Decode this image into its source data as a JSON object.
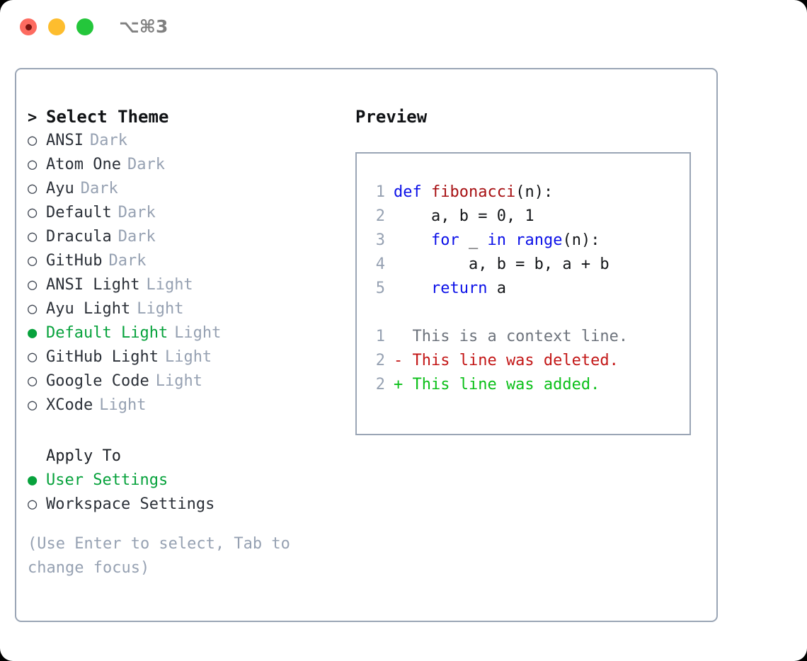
{
  "window": {
    "shortcut_label": "⌥⌘3",
    "traffic_lights": [
      "close",
      "minimize",
      "maximize"
    ]
  },
  "theme_picker": {
    "heading_marker": ">",
    "heading": "Select Theme",
    "marker_unselected": "○",
    "marker_selected": "●",
    "items": [
      {
        "name": "ANSI",
        "kind": "Dark",
        "selected": false
      },
      {
        "name": "Atom One",
        "kind": "Dark",
        "selected": false
      },
      {
        "name": "Ayu",
        "kind": "Dark",
        "selected": false
      },
      {
        "name": "Default",
        "kind": "Dark",
        "selected": false
      },
      {
        "name": "Dracula",
        "kind": "Dark",
        "selected": false
      },
      {
        "name": "GitHub",
        "kind": "Dark",
        "selected": false
      },
      {
        "name": "ANSI Light",
        "kind": "Light",
        "selected": false
      },
      {
        "name": "Ayu Light",
        "kind": "Light",
        "selected": false
      },
      {
        "name": "Default Light",
        "kind": "Light",
        "selected": true
      },
      {
        "name": "GitHub Light",
        "kind": "Light",
        "selected": false
      },
      {
        "name": "Google Code",
        "kind": "Light",
        "selected": false
      },
      {
        "name": "XCode",
        "kind": "Light",
        "selected": false
      }
    ]
  },
  "apply_to": {
    "label": "Apply To",
    "options": [
      {
        "name": "User Settings",
        "selected": true
      },
      {
        "name": "Workspace Settings",
        "selected": false
      }
    ]
  },
  "hint": {
    "text": "(Use Enter to select, Tab to change focus)"
  },
  "preview": {
    "title": "Preview",
    "code_lines": [
      {
        "no": "1",
        "tokens": [
          {
            "t": "def ",
            "c": "kw"
          },
          {
            "t": "fibonacci",
            "c": "fn"
          },
          {
            "t": "(n):",
            "c": "txt"
          }
        ]
      },
      {
        "no": "2",
        "tokens": [
          {
            "t": "    a, b = 0, 1",
            "c": "txt"
          }
        ]
      },
      {
        "no": "3",
        "tokens": [
          {
            "t": "    ",
            "c": "txt"
          },
          {
            "t": "for",
            "c": "kw"
          },
          {
            "t": " _ ",
            "c": "txt"
          },
          {
            "t": "in",
            "c": "kw"
          },
          {
            "t": " ",
            "c": "txt"
          },
          {
            "t": "range",
            "c": "kw"
          },
          {
            "t": "(n):",
            "c": "txt"
          }
        ]
      },
      {
        "no": "4",
        "tokens": [
          {
            "t": "        a, b = b, a + b",
            "c": "txt"
          }
        ]
      },
      {
        "no": "5",
        "tokens": [
          {
            "t": "    ",
            "c": "txt"
          },
          {
            "t": "return",
            "c": "kw"
          },
          {
            "t": " a",
            "c": "txt"
          }
        ]
      }
    ],
    "diff_lines": [
      {
        "no": "1",
        "text": "  This is a context line.",
        "c": "ctx"
      },
      {
        "no": "2",
        "text": "- This line was deleted.",
        "c": "del"
      },
      {
        "no": "2",
        "text": "+ This line was added.",
        "c": "add"
      }
    ]
  },
  "colors": {
    "accent_green": "#07a23c",
    "muted": "#96a1b2",
    "border": "#9aa5b5",
    "keyword": "#0b10e8",
    "function": "#a71013",
    "diff_add": "#0bc019",
    "diff_del": "#c31717"
  }
}
